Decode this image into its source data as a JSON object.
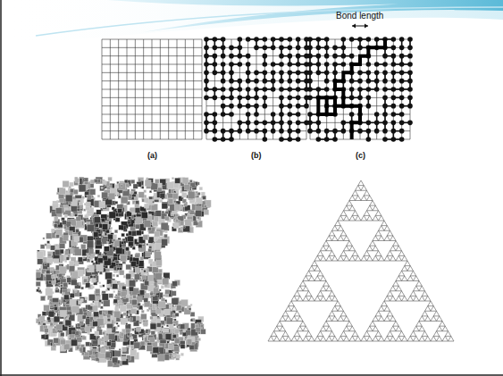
{
  "diagram": {
    "labels": [
      "Bond length",
      "(a)",
      "(b)",
      "(c)"
    ]
  }
}
